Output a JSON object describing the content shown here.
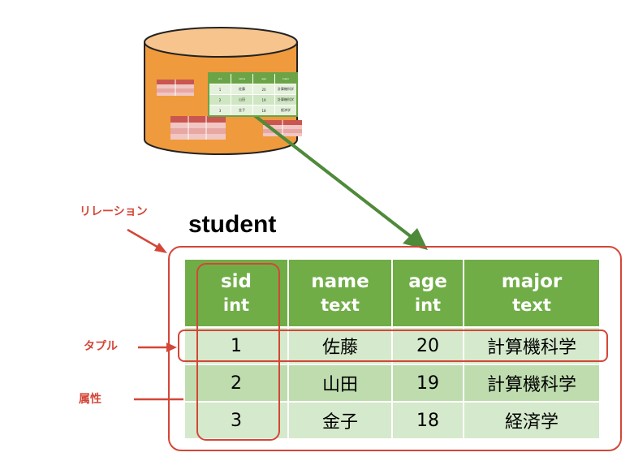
{
  "title": "student",
  "annotations": {
    "relation": "リレーション",
    "tuple": "タプル",
    "attribute": "属性"
  },
  "table": {
    "columns": [
      {
        "name": "sid",
        "type": "int"
      },
      {
        "name": "name",
        "type": "text"
      },
      {
        "name": "age",
        "type": "int"
      },
      {
        "name": "major",
        "type": "text"
      }
    ],
    "rows": [
      [
        "1",
        "佐藤",
        "20",
        "計算機科学"
      ],
      [
        "2",
        "山田",
        "19",
        "計算機科学"
      ],
      [
        "3",
        "金子",
        "18",
        "経済学"
      ]
    ]
  },
  "database": {
    "mini_table": {
      "headers": [
        "sid",
        "name",
        "age",
        "major"
      ],
      "rows": [
        [
          "1",
          "佐藤",
          "20",
          "計算機科学"
        ],
        [
          "2",
          "山田",
          "19",
          "計算機科学"
        ],
        [
          "3",
          "金子",
          "18",
          "経済学"
        ]
      ]
    }
  },
  "colors": {
    "db_body": "#ef9a3c",
    "db_top": "#f6c48c",
    "db_outline": "#222222",
    "header_green": "#70ad47",
    "row_light": "#d5e9cc",
    "row_dark": "#bedcae",
    "accent_red": "#d44637",
    "arrow_green": "#4e8a3a"
  }
}
